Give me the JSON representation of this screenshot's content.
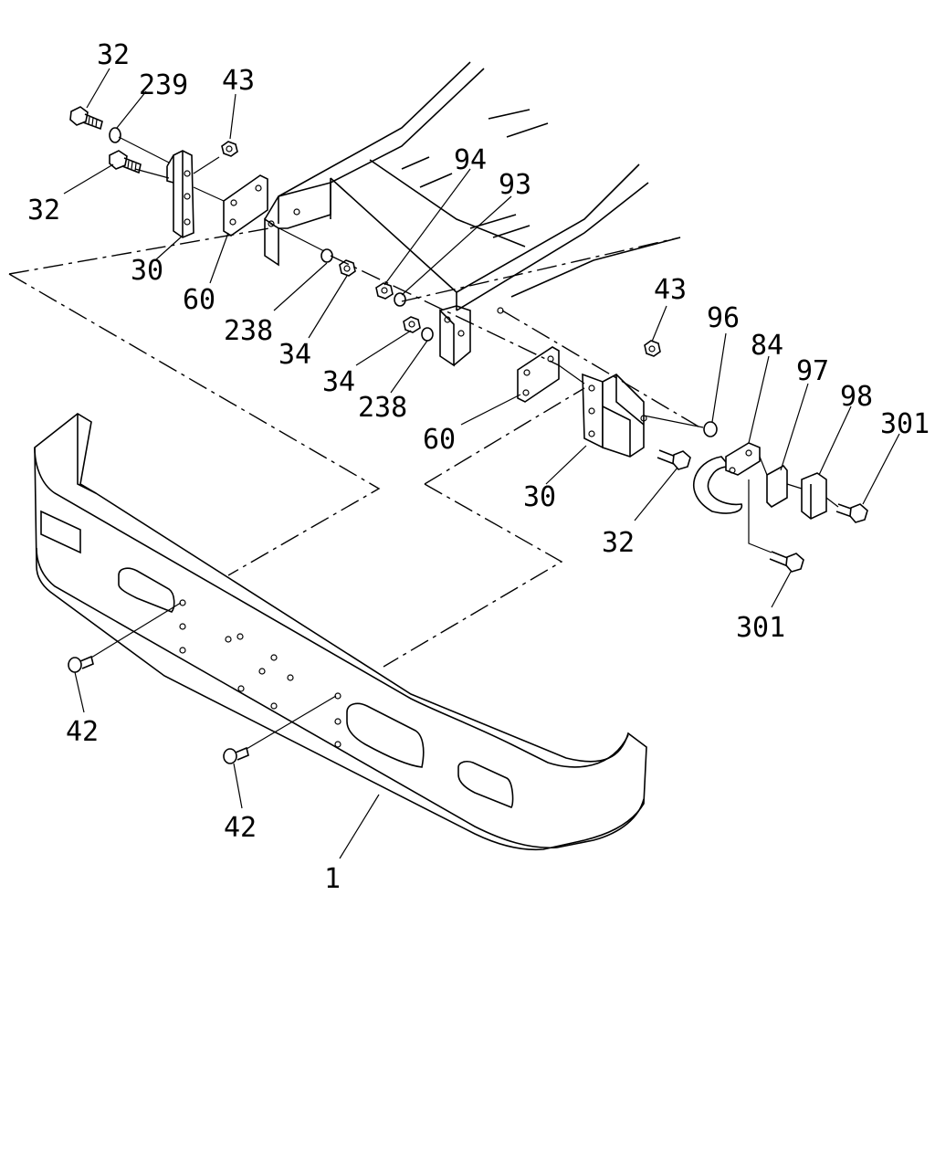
{
  "diagram": {
    "callouts": {
      "c32a": "32",
      "c239": "239",
      "c43a": "43",
      "c32b": "32",
      "c94": "94",
      "c93": "93",
      "c30a": "30",
      "c60a": "60",
      "c238a": "238",
      "c34a": "34",
      "c43b": "43",
      "c96": "96",
      "c84": "84",
      "c97": "97",
      "c98": "98",
      "c301a": "301",
      "c34b": "34",
      "c238b": "238",
      "c60b": "60",
      "c30b": "30",
      "c32c": "32",
      "c301b": "301",
      "c42a": "42",
      "c42b": "42",
      "c1": "1"
    }
  }
}
